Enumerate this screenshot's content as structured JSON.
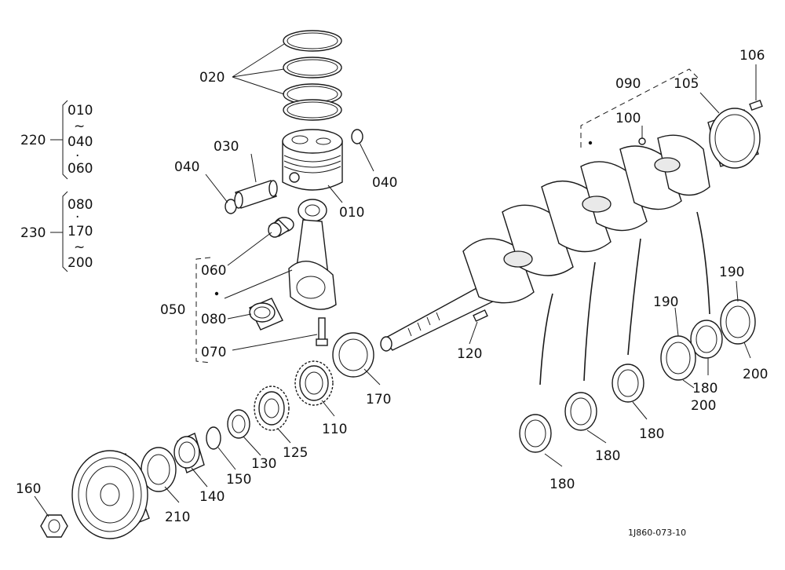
{
  "diagram": {
    "drawing_code": "1J860-073-10",
    "parts": [
      {
        "id": "p020",
        "label": "020"
      },
      {
        "id": "p010",
        "label": "010"
      },
      {
        "id": "p030",
        "label": "030"
      },
      {
        "id": "p040a",
        "label": "040"
      },
      {
        "id": "p040b",
        "label": "040"
      },
      {
        "id": "p060",
        "label": "060"
      },
      {
        "id": "p050",
        "label": "050"
      },
      {
        "id": "p080",
        "label": "080"
      },
      {
        "id": "p070",
        "label": "070"
      },
      {
        "id": "p170",
        "label": "170"
      },
      {
        "id": "p110",
        "label": "110"
      },
      {
        "id": "p125",
        "label": "125"
      },
      {
        "id": "p130",
        "label": "130"
      },
      {
        "id": "p150",
        "label": "150"
      },
      {
        "id": "p140",
        "label": "140"
      },
      {
        "id": "p210",
        "label": "210"
      },
      {
        "id": "p160",
        "label": "160"
      },
      {
        "id": "p120",
        "label": "120"
      },
      {
        "id": "p090",
        "label": "090"
      },
      {
        "id": "p100",
        "label": "100"
      },
      {
        "id": "p105",
        "label": "105"
      },
      {
        "id": "p106",
        "label": "106"
      },
      {
        "id": "p190a",
        "label": "190"
      },
      {
        "id": "p190b",
        "label": "190"
      },
      {
        "id": "p200a",
        "label": "200"
      },
      {
        "id": "p200b",
        "label": "200"
      },
      {
        "id": "p180a",
        "label": "180"
      },
      {
        "id": "p180b",
        "label": "180"
      },
      {
        "id": "p180c",
        "label": "180"
      },
      {
        "id": "p180d",
        "label": "180"
      }
    ],
    "groups": [
      {
        "id": "g220",
        "label": "220",
        "items": [
          "010",
          "~",
          "040",
          "·",
          "060"
        ]
      },
      {
        "id": "g230",
        "label": "230",
        "items": [
          "080",
          "·",
          "170",
          "~",
          "200"
        ]
      }
    ]
  }
}
